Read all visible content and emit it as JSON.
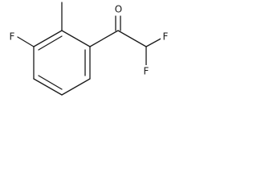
{
  "molecule": {
    "atoms": {
      "fluorine_ring": "F",
      "oxygen": "O",
      "fluorine_upper": "F",
      "fluorine_lower": "F"
    }
  }
}
